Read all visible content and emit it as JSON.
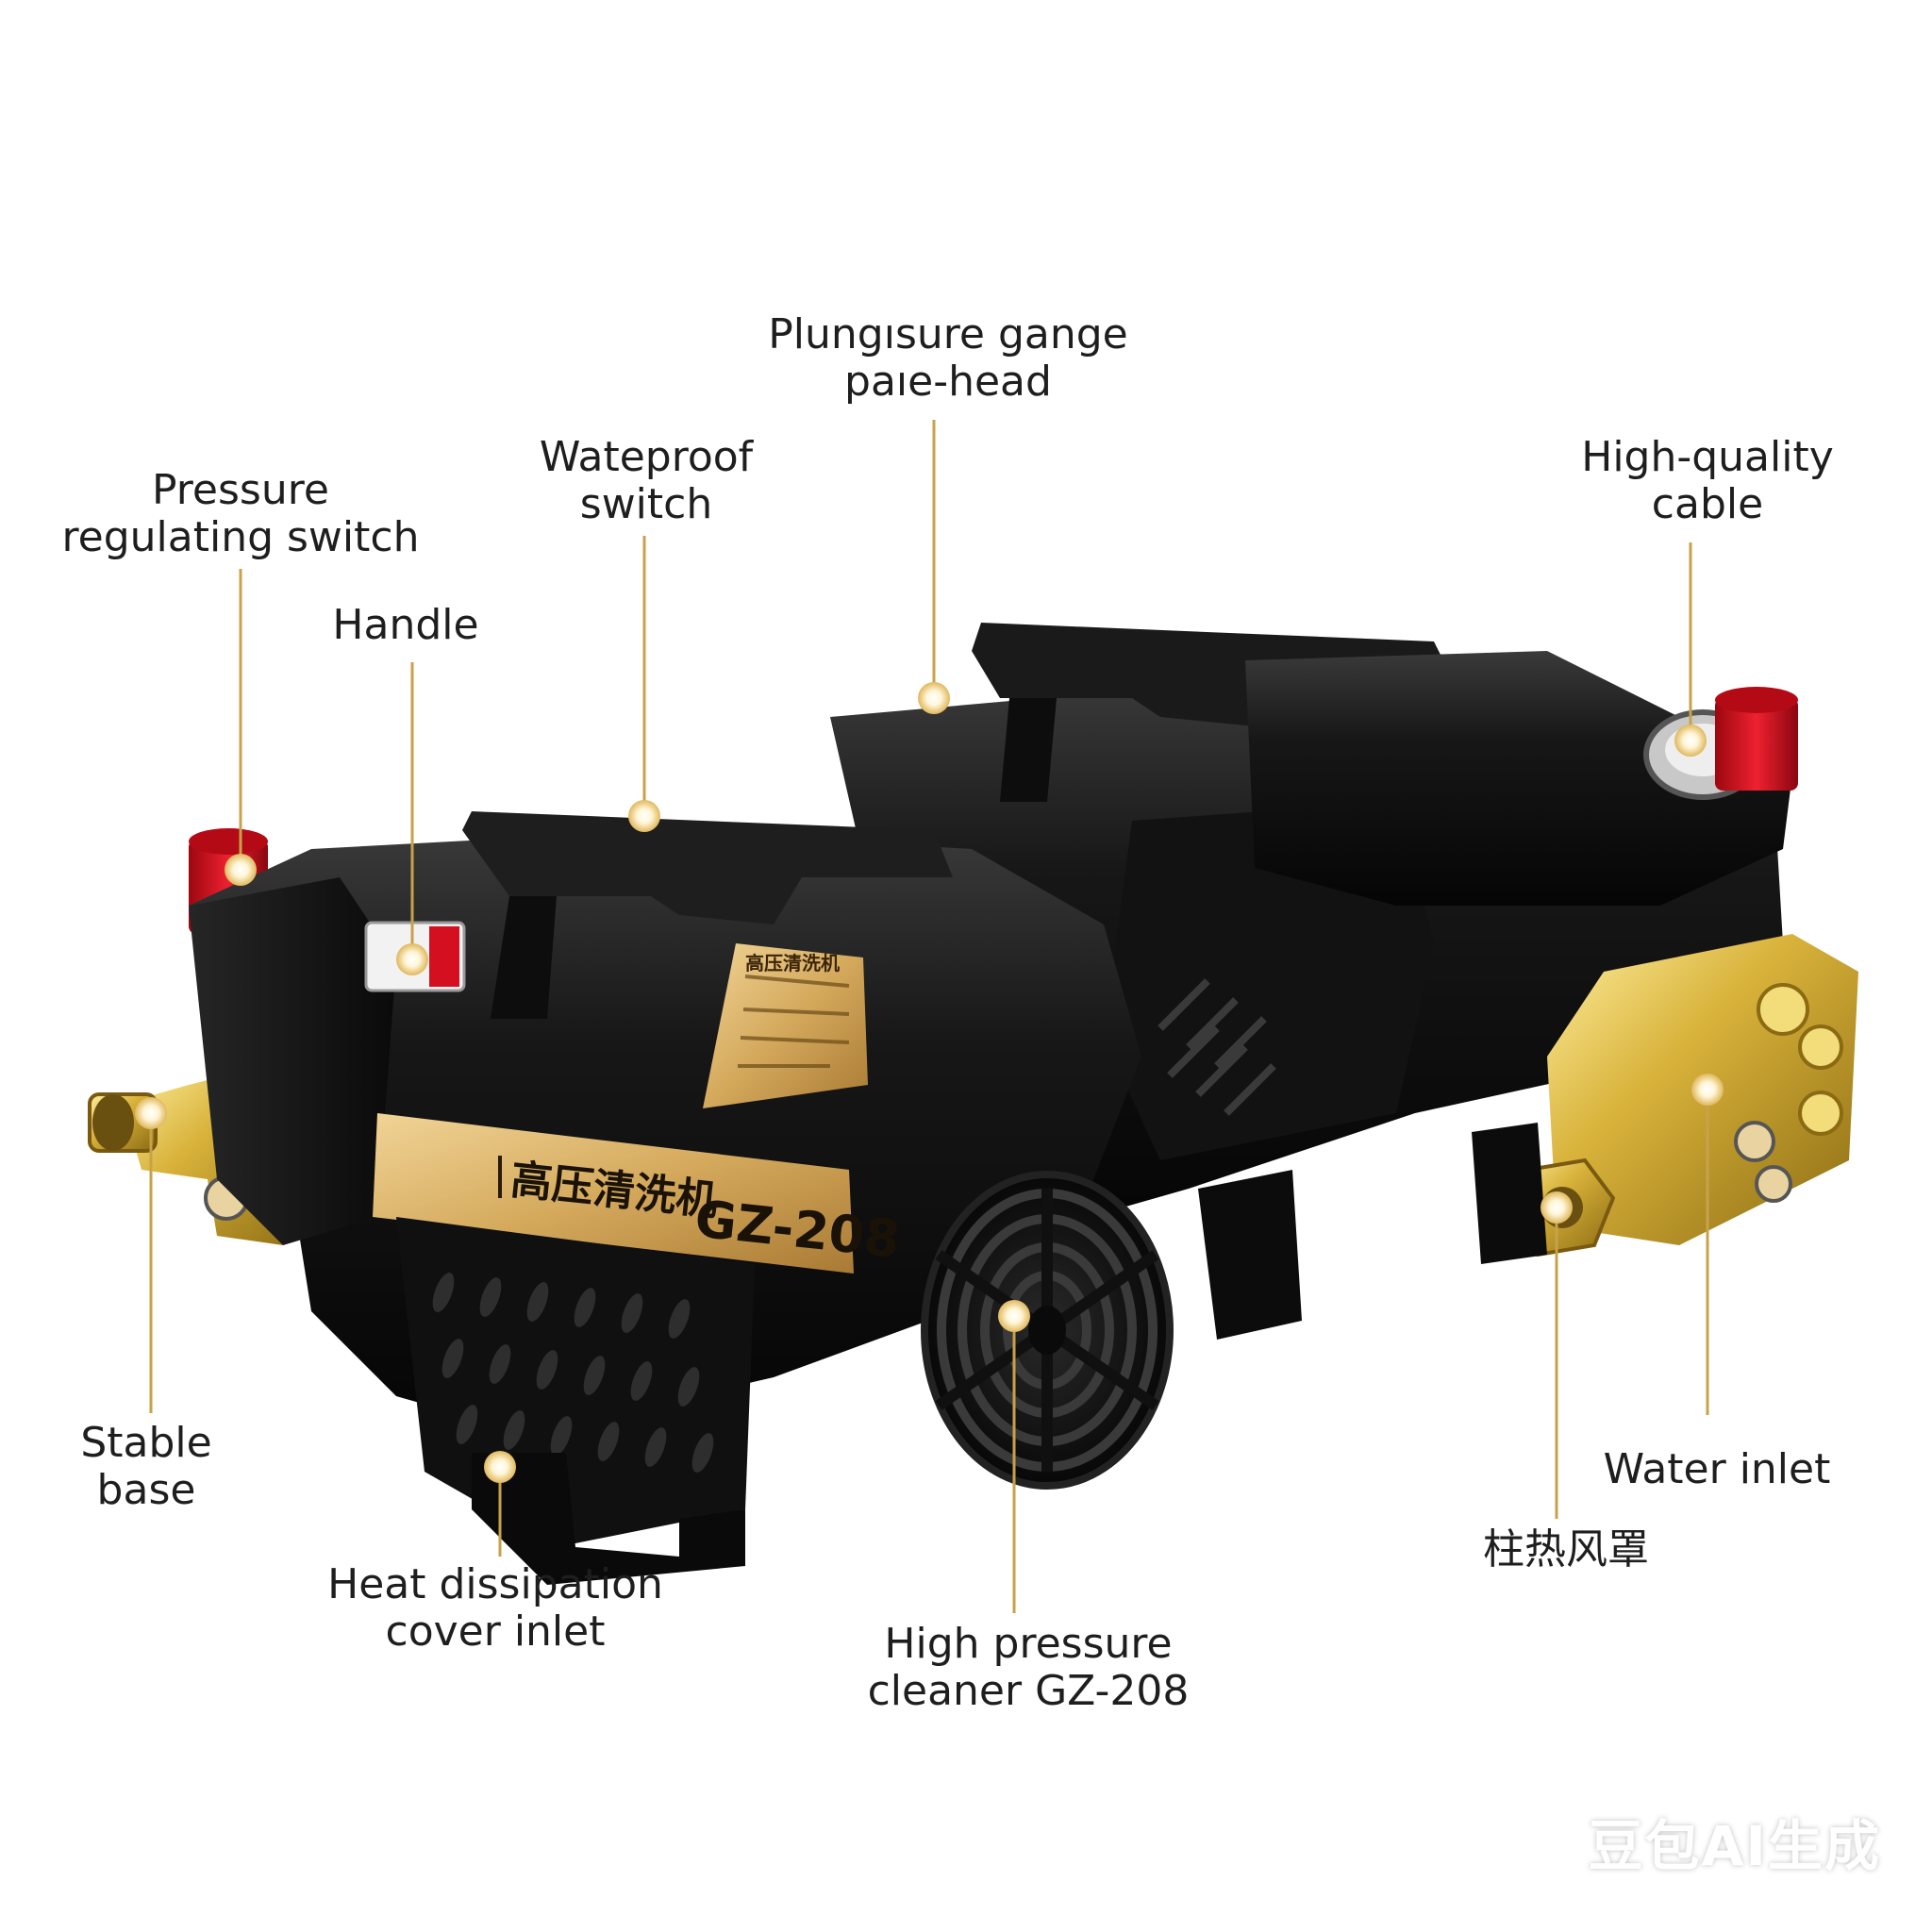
{
  "callouts": [
    {
      "id": "plunger-pump-head",
      "lines": [
        "Plungısure gange",
        "paıe-head"
      ]
    },
    {
      "id": "waterproof-switch",
      "lines": [
        "Wateproof",
        "switch"
      ]
    },
    {
      "id": "pressure-regulating-switch",
      "lines": [
        "Pressure",
        "regulating switch"
      ]
    },
    {
      "id": "handle",
      "lines": [
        "Handle"
      ]
    },
    {
      "id": "high-quality-cable",
      "lines": [
        "High-quality",
        "cable"
      ]
    },
    {
      "id": "stable-base",
      "lines": [
        "Stable",
        "base"
      ]
    },
    {
      "id": "heat-dissipation-cover-inlet",
      "lines": [
        "Heat dissipation",
        "cover inlet"
      ]
    },
    {
      "id": "high-pressure-cleaner",
      "lines": [
        "High pressure",
        "cleaner GZ-208"
      ]
    },
    {
      "id": "water-inlet",
      "lines": [
        "Water inlet"
      ]
    },
    {
      "id": "heat-fan-cover-cn",
      "lines": [
        "柱热风罩"
      ]
    }
  ],
  "product": {
    "brand_cn": "高压清洗机",
    "model": "GZ-208",
    "nameplate_heading": "高压清洗机"
  },
  "watermark": "豆包AI生成",
  "colors": {
    "body": "#141414",
    "gold": "#d9b26a",
    "brass": "#caa23c",
    "red_knob": "#d4101c",
    "leader": "#c8a24a"
  }
}
